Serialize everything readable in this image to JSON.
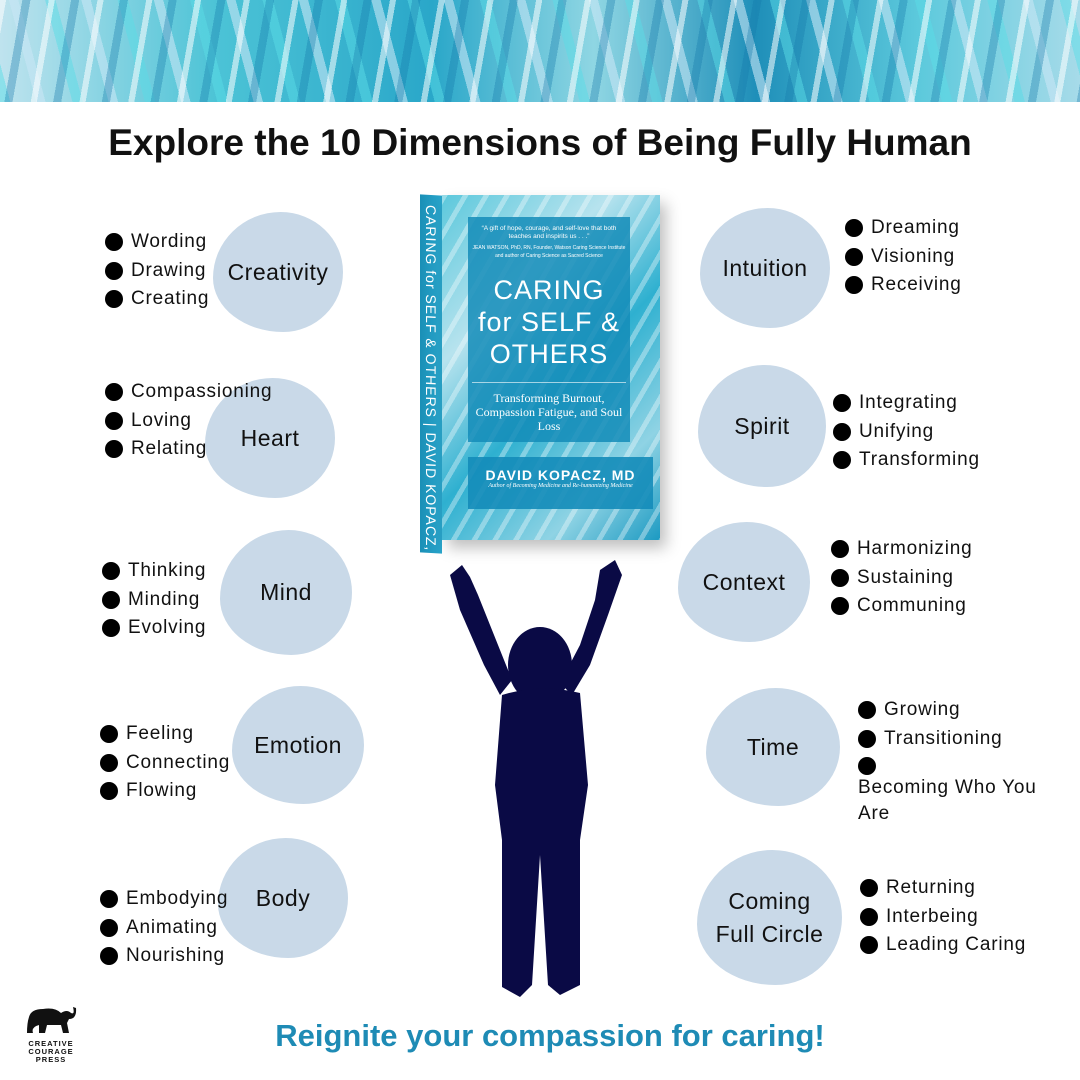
{
  "title": "Explore the 10 Dimensions of Being Fully Human",
  "tagline": "Reignite your compassion for caring!",
  "colors": {
    "blob": "#c9d9e8",
    "tagline": "#1e8bb5",
    "figure": "#0a0a45"
  },
  "book": {
    "spine": "CARING for SELF & OTHERS  |  DAVID KOPACZ, MD",
    "quote": "“A gift of hope, courage, and self-love that both teaches and inspirits us . . .”",
    "quote_author": "JEAN WATSON, PhD, RN, Founder, Watson Caring Science Institute and author of Caring Science as Sacred Science",
    "title_line1": "CARING",
    "title_line2": "for SELF &",
    "title_line3": "OTHERS",
    "subtitle": "Transforming Burnout, Compassion Fatigue, and Soul Loss",
    "author": "DAVID KOPACZ, MD",
    "author_note": "Author of Becoming Medicine and Re-humanizing Medicine"
  },
  "logo": {
    "text": "CREATIVE COURAGE PRESS",
    "icon": "elephant-icon"
  },
  "dimensions": [
    {
      "name": "Creativity",
      "items": [
        "Wording",
        "Drawing",
        "Creating"
      ]
    },
    {
      "name": "Heart",
      "items": [
        "Compassioning",
        "Loving",
        "Relating"
      ]
    },
    {
      "name": "Mind",
      "items": [
        "Thinking",
        "Minding",
        "Evolving"
      ]
    },
    {
      "name": "Emotion",
      "items": [
        "Feeling",
        "Connecting",
        "Flowing"
      ]
    },
    {
      "name": "Body",
      "items": [
        "Embodying",
        "Animating",
        "Nourishing"
      ]
    },
    {
      "name": "Intuition",
      "items": [
        "Dreaming",
        "Visioning",
        "Receiving"
      ]
    },
    {
      "name": "Spirit",
      "items": [
        "Integrating",
        "Unifying",
        "Transforming"
      ]
    },
    {
      "name": "Context",
      "items": [
        "Harmonizing",
        "Sustaining",
        "Communing"
      ]
    },
    {
      "name": "Time",
      "items": [
        "Growing",
        "Transitioning",
        "Becoming Who You Are"
      ]
    },
    {
      "name": "Coming Full Circle",
      "items": [
        "Returning",
        "Interbeing",
        "Leading Caring"
      ]
    }
  ]
}
